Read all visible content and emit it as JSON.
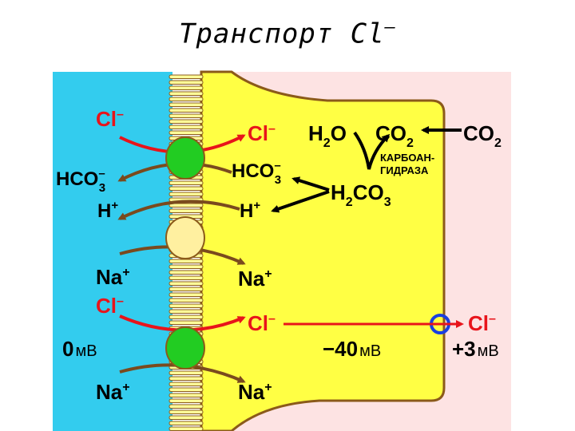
{
  "title": "Транспорт Cl",
  "title_sup": "–",
  "colors": {
    "lumen": "#33ccee",
    "cell": "#ffff44",
    "interstitial": "#fde3e3",
    "membrane_border": "#8b5a1a",
    "chloride_arrow": "#e8141b",
    "other_arrow": "#7a4a1e",
    "channel_green": "#22cc22",
    "channel_pale": "#fff0a0",
    "basolateral_channel": "#1a3fe0"
  },
  "icons": [
    "arrow-right",
    "curved-arrow",
    "channel-circle"
  ],
  "lumen": {
    "cl1": {
      "base": "Cl",
      "sup": "–"
    },
    "hco3": {
      "base": "HCO",
      "sub": "3",
      "sup": "–"
    },
    "h": {
      "base": "H",
      "sup": "+"
    },
    "na1": {
      "base": "Na",
      "sup": "+"
    },
    "cl2": {
      "base": "Cl",
      "sup": "–"
    },
    "potential_value": "0",
    "potential_unit": "мВ",
    "na2": {
      "base": "Na",
      "sup": "+"
    }
  },
  "cell": {
    "cl1": {
      "base": "Cl",
      "sup": "–"
    },
    "hco3": {
      "base": "HCO",
      "sub": "3",
      "sup": "–"
    },
    "h": {
      "base": "H",
      "sup": "+"
    },
    "na1": {
      "base": "Na",
      "sup": "+"
    },
    "cl2": {
      "base": "Cl",
      "sup": "–"
    },
    "na2": {
      "base": "Na",
      "sup": "+"
    },
    "h2o": {
      "base": "H",
      "sub": "2",
      "rest": "O"
    },
    "co2": {
      "base": "CO",
      "sub": "2"
    },
    "h2co3": {
      "base": "H",
      "sub": "2",
      "rest": "CO",
      "sub2": "3"
    },
    "enzyme_line1": "КАРБОАН-",
    "enzyme_line2": "ГИДРАЗА",
    "potential_value": "−40",
    "potential_unit": "мВ"
  },
  "interstitial": {
    "co2": {
      "base": "CO",
      "sub": "2"
    },
    "cl": {
      "base": "Cl",
      "sup": "–"
    },
    "potential_value": "+3",
    "potential_unit": "мВ"
  }
}
